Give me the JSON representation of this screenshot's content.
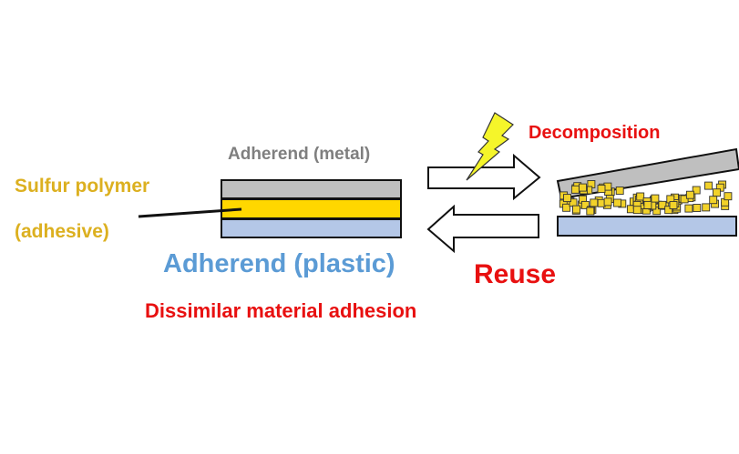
{
  "labels": {
    "metal": "Adherend (metal)",
    "sulfur_polymer": "Sulfur polymer",
    "adhesive": "(adhesive)",
    "plastic": "Adherend (plastic)",
    "dissimilar": "Dissimilar material adhesion",
    "decomposition": "Decomposition",
    "reuse": "Reuse"
  },
  "colors": {
    "metal_layer": "#bfbfbf",
    "adhesive_layer": "#ffd700",
    "plastic_layer": "#b4c7e7",
    "particle": "#f2d22a",
    "bolt": "#f5f52a",
    "accent_red": "#e81010"
  },
  "icons": {
    "bolt": "lightning-bolt-icon",
    "forward": "arrow-right-icon",
    "back": "arrow-left-icon"
  }
}
